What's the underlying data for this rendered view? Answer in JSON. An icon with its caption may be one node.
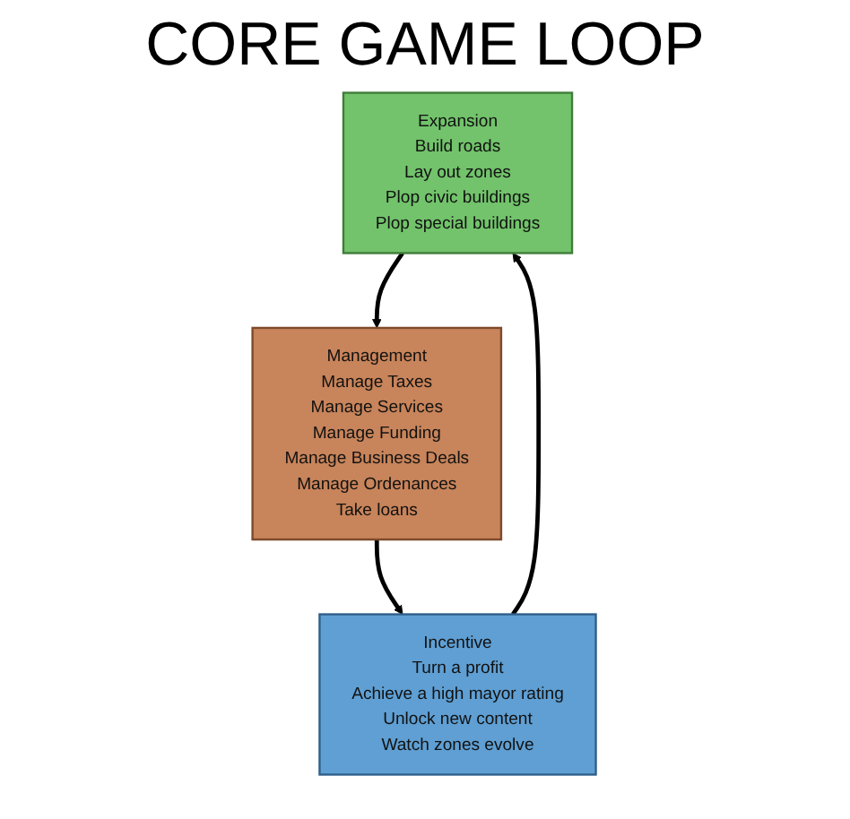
{
  "diagram": {
    "title": "CORE GAME LOOP",
    "nodes": [
      {
        "text": [
          "Expansion",
          "Build roads",
          "Lay out zones",
          "Plop civic buildings",
          "Plop special buildings"
        ]
      },
      {
        "text": [
          "Management",
          "Manage Taxes",
          "Manage Services",
          "Manage Funding",
          "Manage Business Deals",
          "Manage Ordenances",
          "Take loans"
        ]
      },
      {
        "text": [
          "Incentive",
          "Turn a profit",
          "Achieve a high mayor rating",
          "Unlock new content",
          "Watch zones evolve"
        ]
      }
    ],
    "edges": [
      {
        "from": 0,
        "to": 1,
        "arrow": "to"
      },
      {
        "from": 1,
        "to": 2,
        "arrow": "to"
      },
      {
        "from": 2,
        "to": 0,
        "arrow": "to"
      }
    ]
  }
}
